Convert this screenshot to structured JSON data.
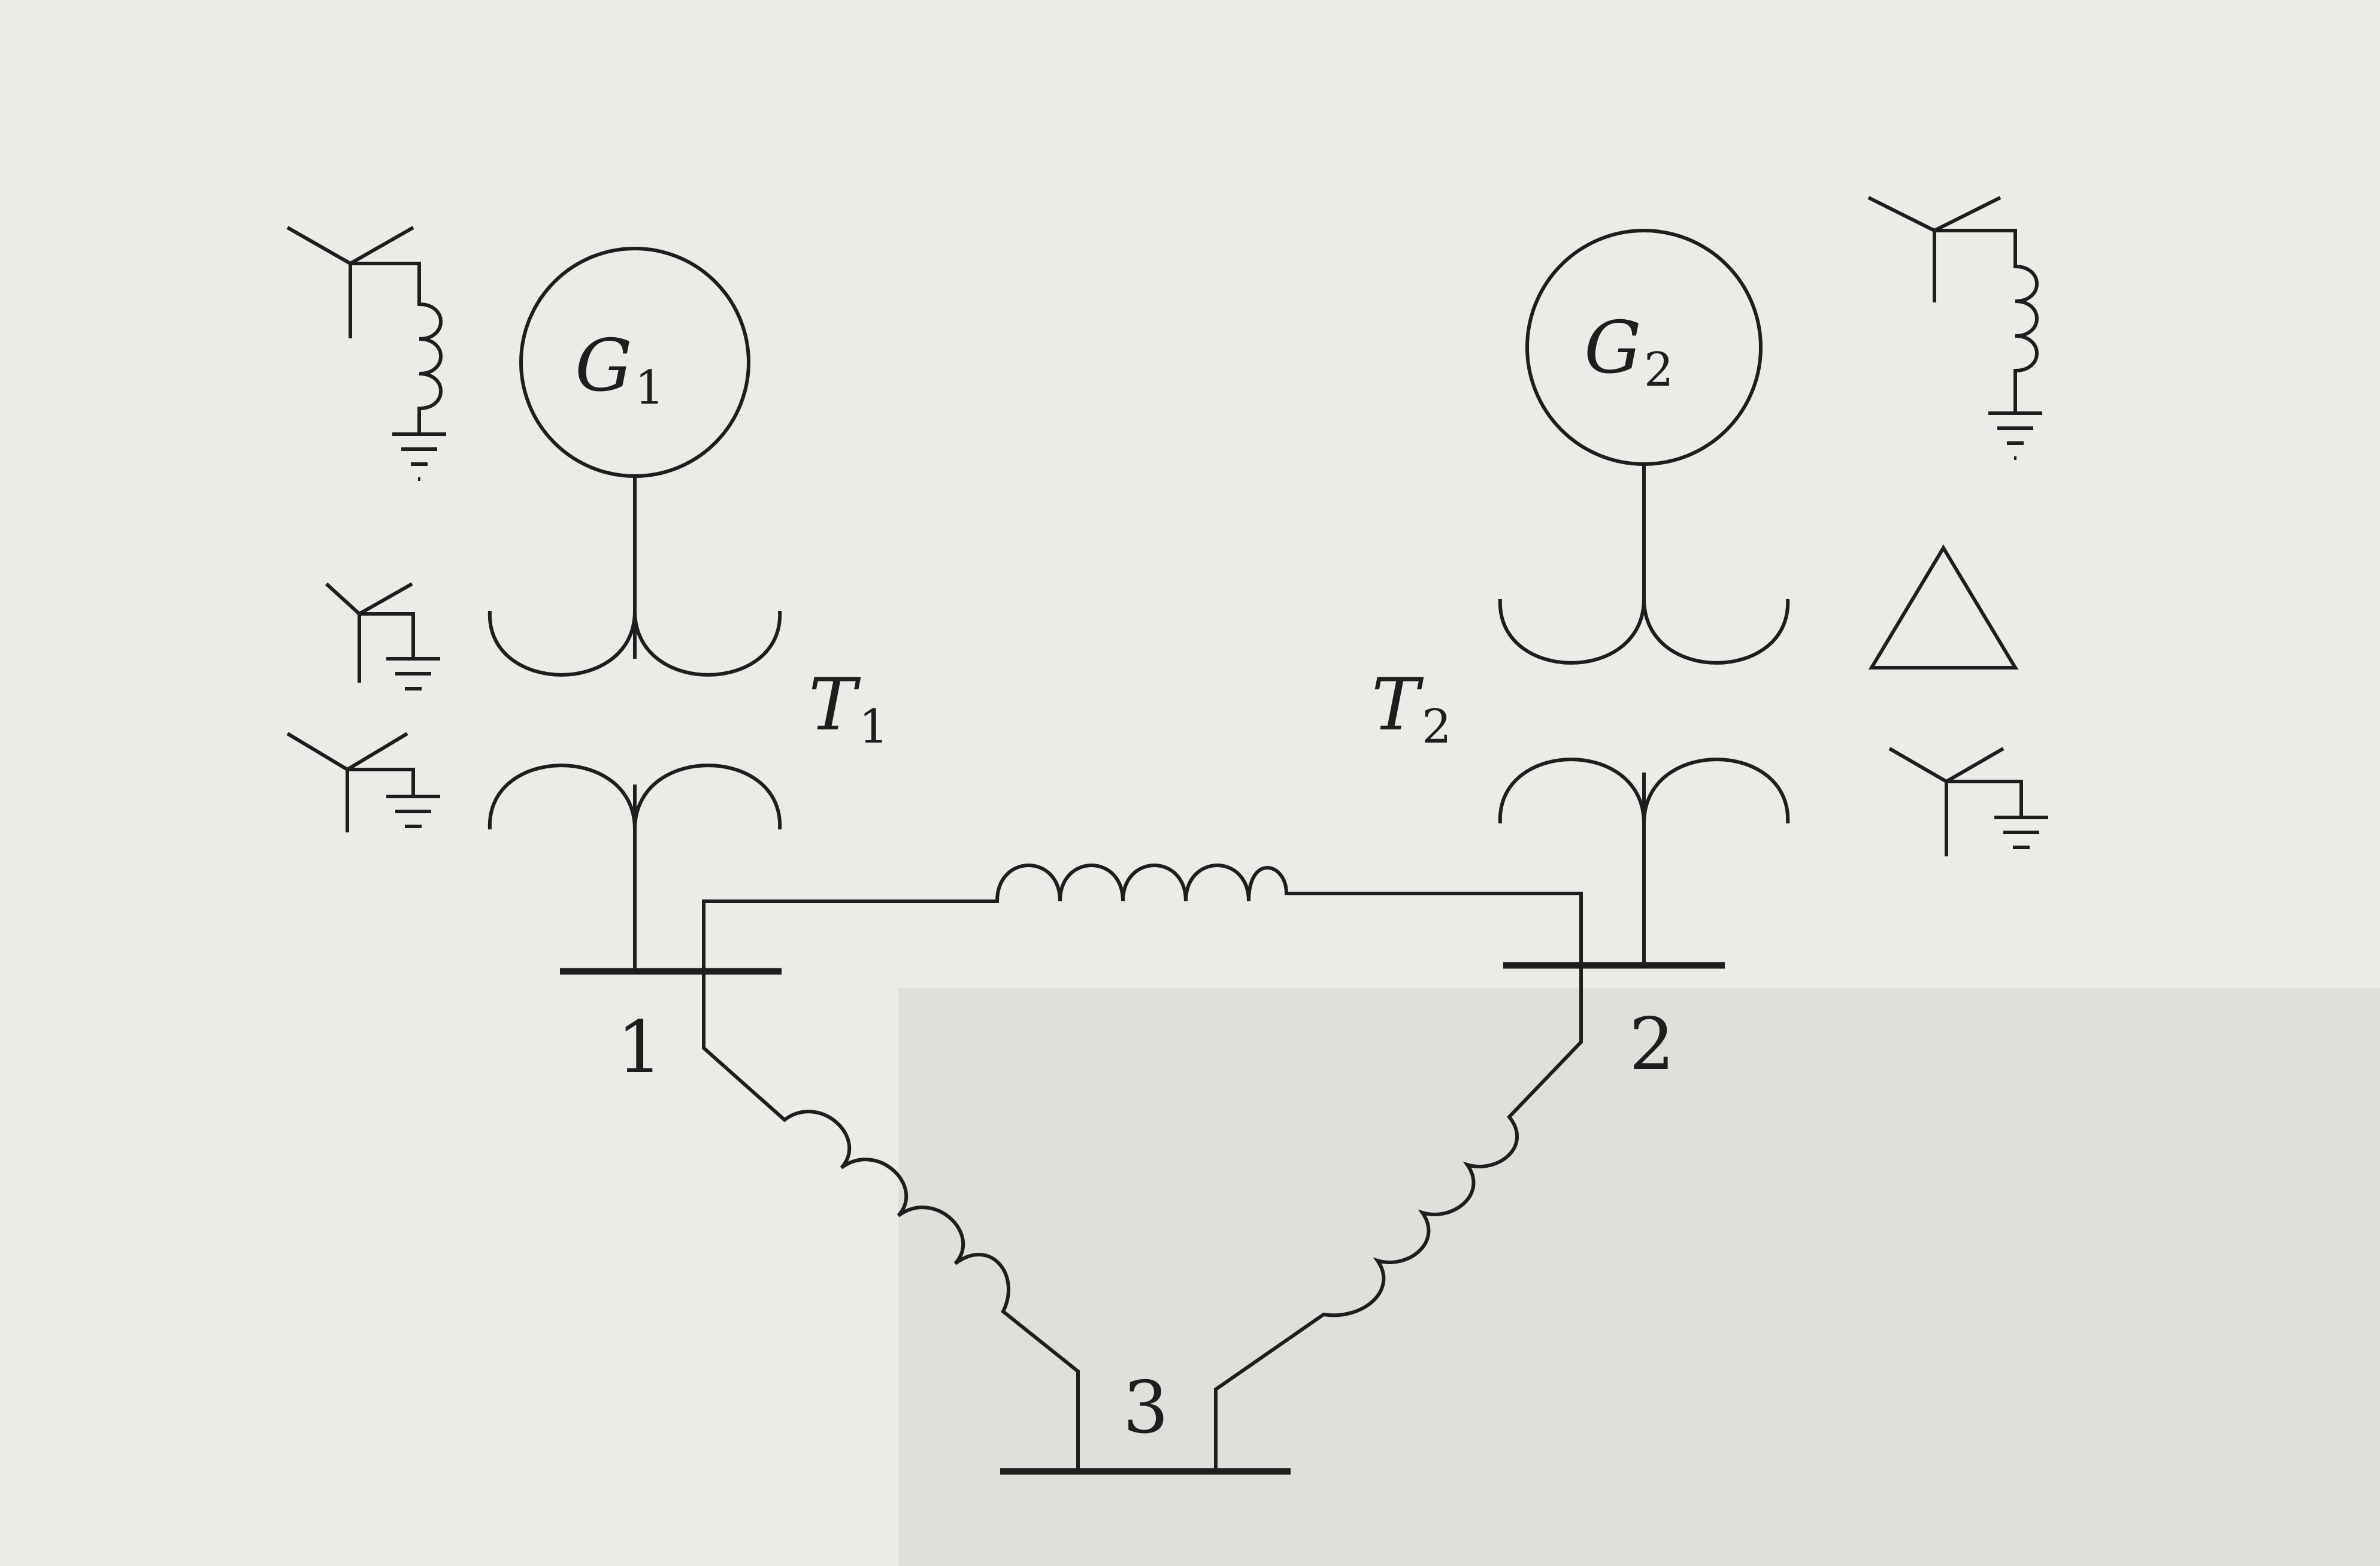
{
  "colors": {
    "ink": "#1e1e1e",
    "paper": "#ecebe8"
  },
  "generators": [
    {
      "id": "g1",
      "name": "G",
      "sub": "1",
      "neutral": "wye-grounded-through-reactor"
    },
    {
      "id": "g2",
      "name": "G",
      "sub": "2",
      "neutral": "wye-grounded-through-reactor"
    }
  ],
  "transformers": [
    {
      "id": "t1",
      "name": "T",
      "sub": "1",
      "primary": "wye-solidly-grounded",
      "secondary": "wye-solidly-grounded"
    },
    {
      "id": "t2",
      "name": "T",
      "sub": "2",
      "primary": "delta",
      "secondary": "wye-solidly-grounded"
    }
  ],
  "buses": [
    {
      "id": "bus1",
      "label": "1"
    },
    {
      "id": "bus2",
      "label": "2"
    },
    {
      "id": "bus3",
      "label": "3"
    }
  ],
  "lines": [
    {
      "from": "1",
      "to": "2"
    },
    {
      "from": "1",
      "to": "3"
    },
    {
      "from": "2",
      "to": "3"
    }
  ]
}
